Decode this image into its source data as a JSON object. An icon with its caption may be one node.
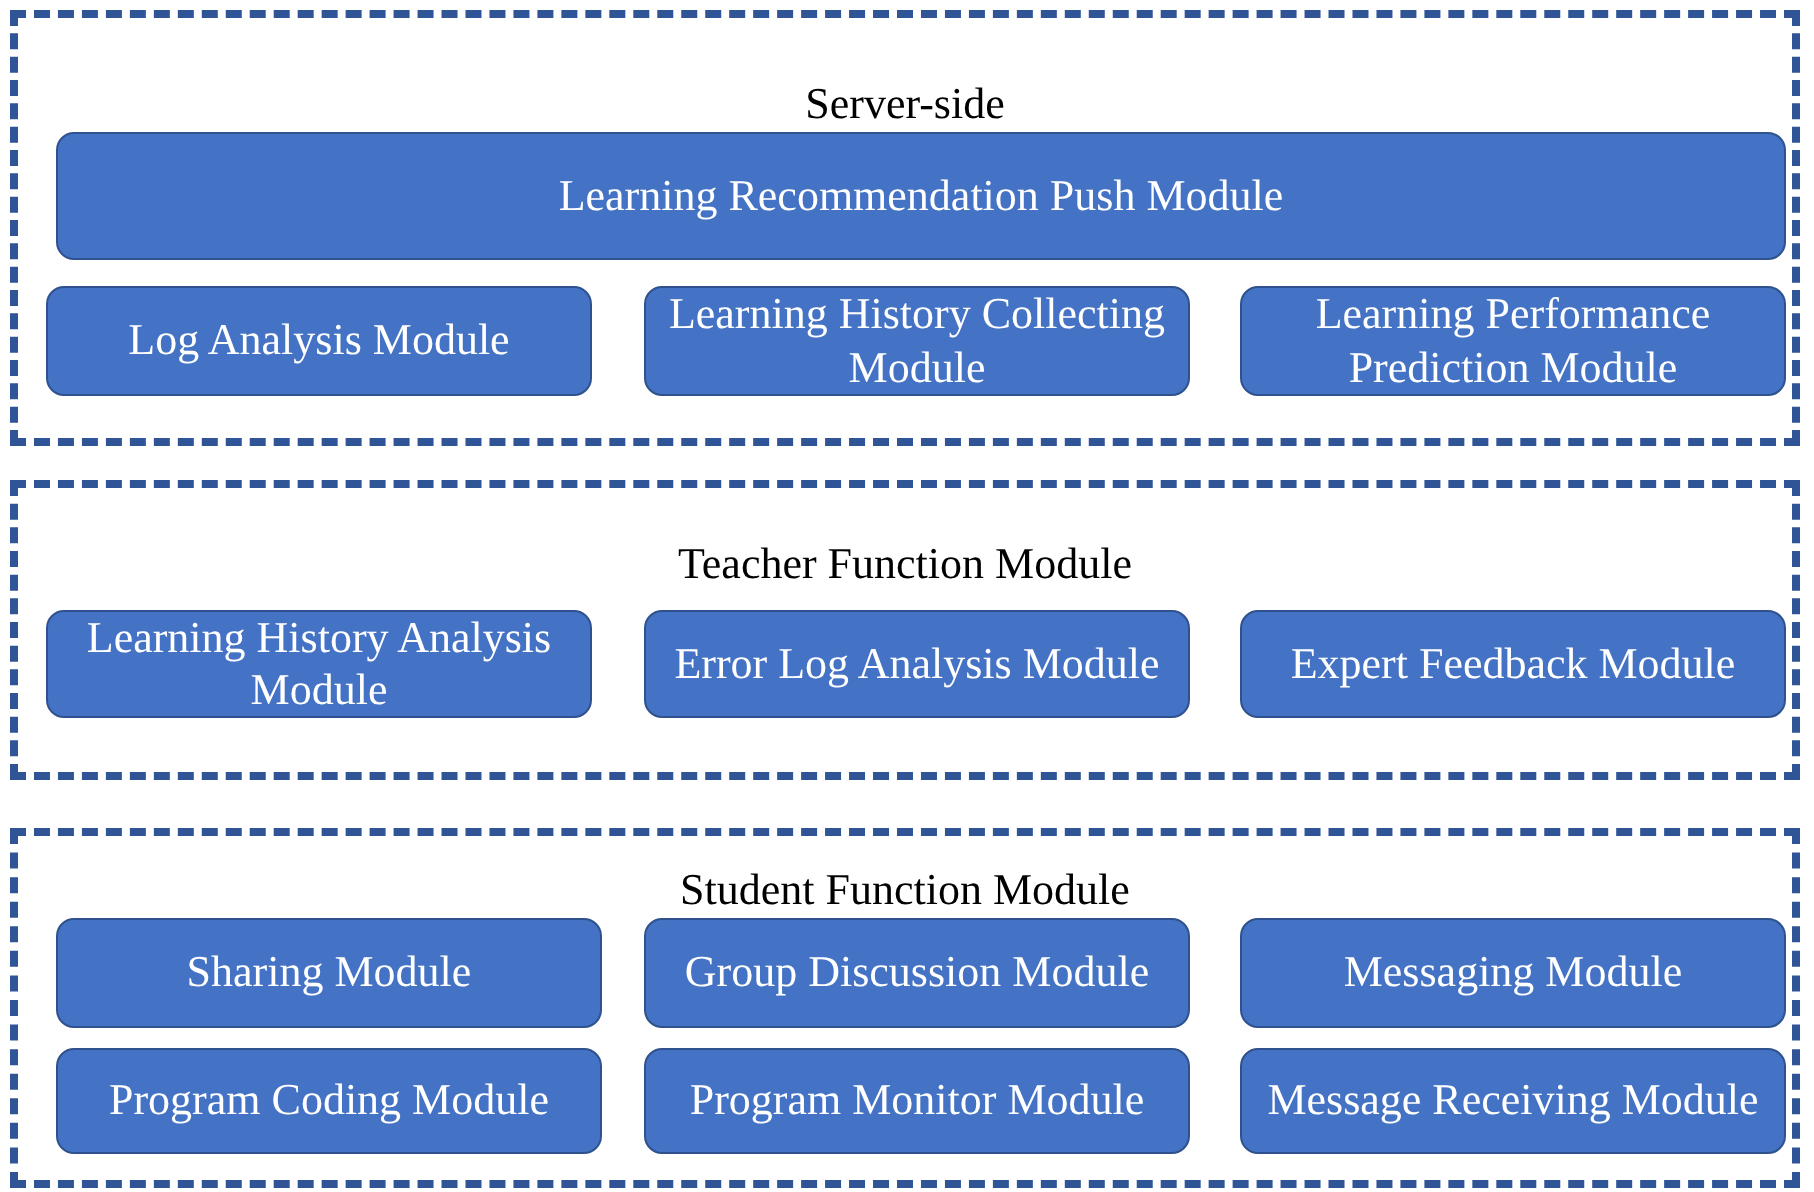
{
  "diagram": {
    "nodes": [
      {
        "text": [
          "Server-side"
        ]
      },
      {
        "text": [
          "Learning Recommendation Push Module"
        ],
        "in": 0
      },
      {
        "text": [
          "Log Analysis Module"
        ],
        "in": 0
      },
      {
        "text": [
          "Learning History Collecting Module"
        ],
        "in": 0
      },
      {
        "text": [
          "Learning Performance Prediction Module"
        ],
        "in": 0
      },
      {
        "text": [
          "Teacher Function Module"
        ]
      },
      {
        "text": [
          "Learning History Analysis Module"
        ],
        "in": 5
      },
      {
        "text": [
          "Error Log Analysis Module"
        ],
        "in": 5
      },
      {
        "text": [
          "Expert Feedback Module"
        ],
        "in": 5
      },
      {
        "text": [
          "Student Function Module"
        ]
      },
      {
        "text": [
          "Sharing Module"
        ],
        "in": 9
      },
      {
        "text": [
          "Group Discussion Module"
        ],
        "in": 9
      },
      {
        "text": [
          "Messaging Module"
        ],
        "in": 9
      },
      {
        "text": [
          "Program Coding Module"
        ],
        "in": 9
      },
      {
        "text": [
          "Program Monitor Module"
        ],
        "in": 9
      },
      {
        "text": [
          "Message Receiving Module"
        ],
        "in": 9
      }
    ]
  }
}
